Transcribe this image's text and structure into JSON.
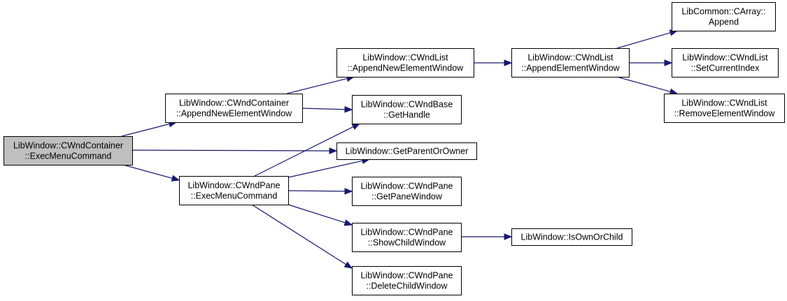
{
  "colors": {
    "node_fill": "#ffffff",
    "root_fill": "#bfbfbf",
    "node_border": "#000000",
    "edge": "#191970"
  },
  "nodes": [
    {
      "id": "exec_container",
      "lines": [
        "LibWindow::CWndContainer",
        "::ExecMenuCommand"
      ],
      "root": true
    },
    {
      "id": "append_container",
      "lines": [
        "LibWindow::CWndContainer",
        "::AppendNewElementWindow"
      ]
    },
    {
      "id": "exec_pane",
      "lines": [
        "LibWindow::CWndPane",
        "::ExecMenuCommand"
      ]
    },
    {
      "id": "append_list",
      "lines": [
        "LibWindow::CWndList",
        "::AppendNewElementWindow"
      ]
    },
    {
      "id": "get_handle",
      "lines": [
        "LibWindow::CWndBase",
        "::GetHandle"
      ]
    },
    {
      "id": "get_parent",
      "lines": [
        "LibWindow::GetParentOrOwner"
      ]
    },
    {
      "id": "get_pane",
      "lines": [
        "LibWindow::CWndPane",
        "::GetPaneWindow"
      ]
    },
    {
      "id": "show_child",
      "lines": [
        "LibWindow::CWndPane",
        "::ShowChildWindow"
      ]
    },
    {
      "id": "delete_child",
      "lines": [
        "LibWindow::CWndPane",
        "::DeleteChildWindow"
      ]
    },
    {
      "id": "append_element",
      "lines": [
        "LibWindow::CWndList",
        "::AppendElementWindow"
      ]
    },
    {
      "id": "is_own",
      "lines": [
        "LibWindow::IsOwnOrChild"
      ]
    },
    {
      "id": "carray_append",
      "lines": [
        "LibCommon::CArray::",
        "Append"
      ]
    },
    {
      "id": "set_current",
      "lines": [
        "LibWindow::CWndList",
        "::SetCurrentIndex"
      ]
    },
    {
      "id": "remove_element",
      "lines": [
        "LibWindow::CWndList",
        "::RemoveElementWindow"
      ]
    }
  ],
  "edges": [
    {
      "from": "exec_container",
      "to": "append_container"
    },
    {
      "from": "exec_container",
      "to": "get_parent"
    },
    {
      "from": "exec_container",
      "to": "exec_pane"
    },
    {
      "from": "append_container",
      "to": "append_list"
    },
    {
      "from": "append_container",
      "to": "get_handle"
    },
    {
      "from": "exec_pane",
      "to": "get_handle"
    },
    {
      "from": "exec_pane",
      "to": "get_parent"
    },
    {
      "from": "exec_pane",
      "to": "get_pane"
    },
    {
      "from": "exec_pane",
      "to": "show_child"
    },
    {
      "from": "exec_pane",
      "to": "delete_child"
    },
    {
      "from": "append_list",
      "to": "append_element"
    },
    {
      "from": "append_element",
      "to": "carray_append"
    },
    {
      "from": "append_element",
      "to": "set_current"
    },
    {
      "from": "append_element",
      "to": "remove_element"
    },
    {
      "from": "show_child",
      "to": "is_own"
    }
  ]
}
